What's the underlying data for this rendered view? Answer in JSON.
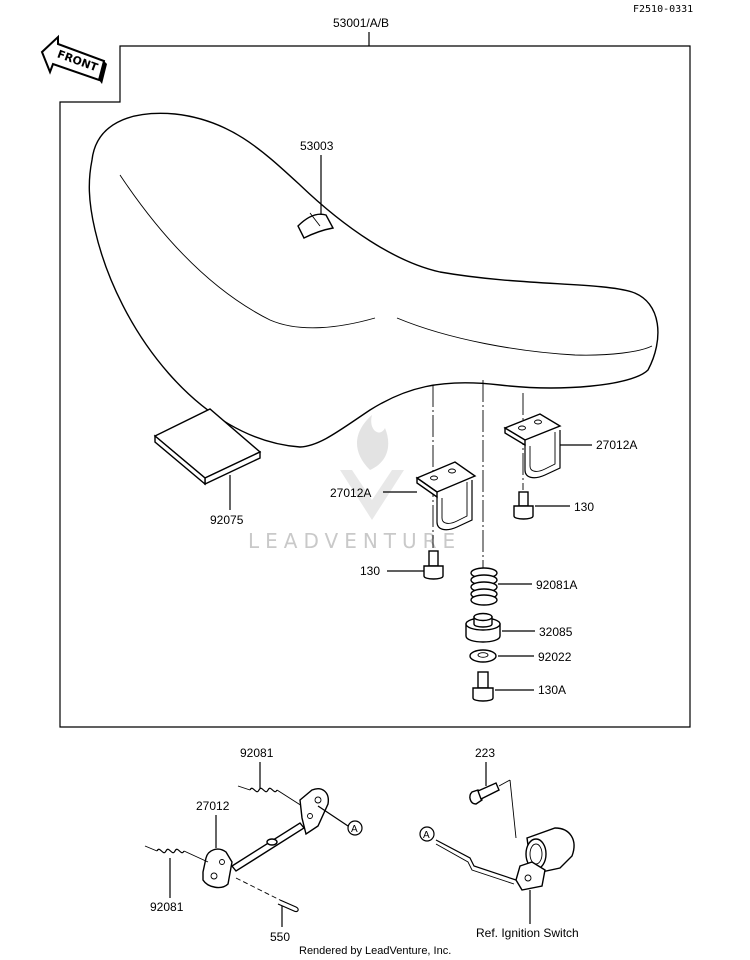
{
  "diagram": {
    "code": "F2510-0331",
    "assembly_label": "53001/A/B",
    "front_label": "FRONT",
    "watermark": "LEADVENTURE",
    "footer": "Rendered by LeadVenture, Inc.",
    "parts": {
      "p53003": "53003",
      "p92075": "92075",
      "p27012A_upper": "27012A",
      "p27012A_lower": "27012A",
      "p130_upper": "130",
      "p130_lower": "130",
      "p92081A": "92081A",
      "p32085": "32085",
      "p92022": "92022",
      "p130A": "130A",
      "p92081_top": "92081",
      "p27012": "27012",
      "p92081_bottom": "92081",
      "p550": "550",
      "p223": "223"
    },
    "callout_a_left": "A",
    "callout_a_right": "A",
    "ignition_ref": "Ref. Ignition Switch"
  }
}
